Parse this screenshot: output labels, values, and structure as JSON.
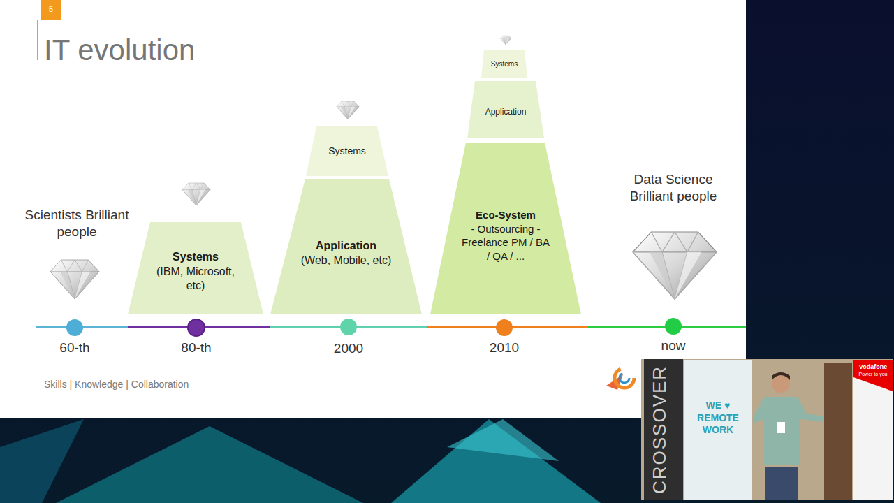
{
  "diagram": {
    "title": "IT evolution",
    "nodes": [
      {
        "text": [
          "Systems",
          "(IBM, Microsoft, etc)"
        ]
      },
      {
        "text": [
          "Systems"
        ]
      },
      {
        "text": [
          "Application",
          "(Web, Mobile, etc)"
        ]
      },
      {
        "text": [
          "Systems"
        ]
      },
      {
        "text": [
          "Application"
        ]
      },
      {
        "text": [
          "Eco-System",
          "- Outsourcing -Freelance PM / BA / QA / ..."
        ]
      }
    ],
    "labels": [
      "5",
      "Scientists Brilliant people",
      "60-th",
      "80-th",
      "2000",
      "2010",
      "Data Science Brilliant people",
      "now",
      "Skills | Knowledge | Collaboration",
      "CROSSOVER",
      "WE ♥ REMOTE WORK",
      "Vodafone",
      "Power to you"
    ]
  }
}
